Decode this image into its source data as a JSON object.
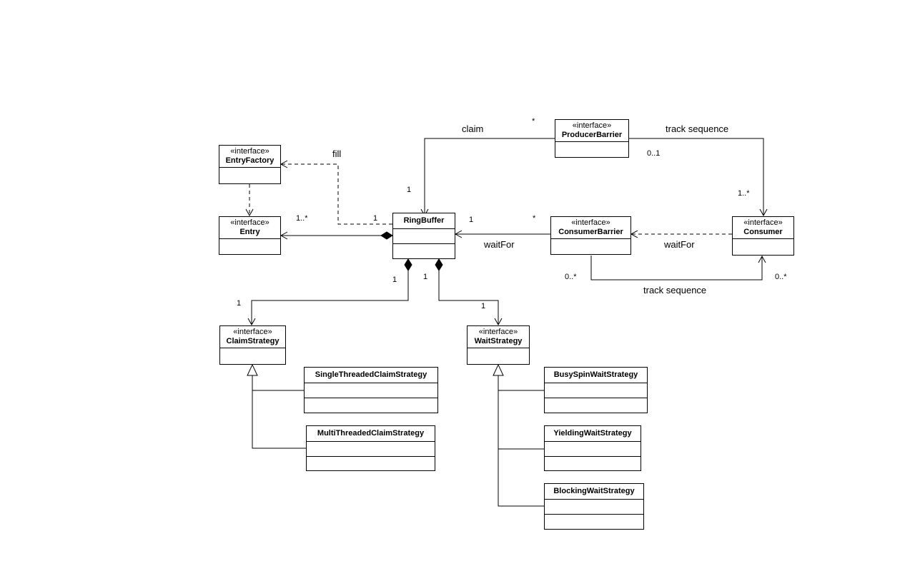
{
  "stereotype": "«interface»",
  "classes": {
    "producer_barrier": "ProducerBarrier",
    "entry_factory": "EntryFactory",
    "entry": "Entry",
    "ring_buffer": "RingBuffer",
    "consumer_barrier": "ConsumerBarrier",
    "consumer": "Consumer",
    "claim_strategy": "ClaimStrategy",
    "wait_strategy": "WaitStrategy",
    "single_claim": "SingleThreadedClaimStrategy",
    "multi_claim": "MultiThreadedClaimStrategy",
    "busy_spin": "BusySpinWaitStrategy",
    "yielding": "YieldingWaitStrategy",
    "blocking": "BlockingWaitStrategy"
  },
  "labels": {
    "claim": "claim",
    "track_sequence_top": "track sequence",
    "fill": "fill",
    "wait_for_rb": "waitFor",
    "wait_for_consumer": "waitFor",
    "track_sequence_bottom": "track sequence"
  },
  "multiplicities": {
    "pb_claim_star": "*",
    "rb_claim_one": "1",
    "pb_track_01": "0..1",
    "consumer_track_1n": "1..*",
    "entry_1n": "1..*",
    "rb_entry_1": "1",
    "rb_cb_1": "1",
    "cb_star": "*",
    "cb_track_0n": "0..*",
    "consumer_track_0n": "0..*",
    "rb_claim_comp_1": "1",
    "claim_strategy_1": "1",
    "rb_wait_comp_1": "1",
    "wait_strategy_1": "1"
  }
}
